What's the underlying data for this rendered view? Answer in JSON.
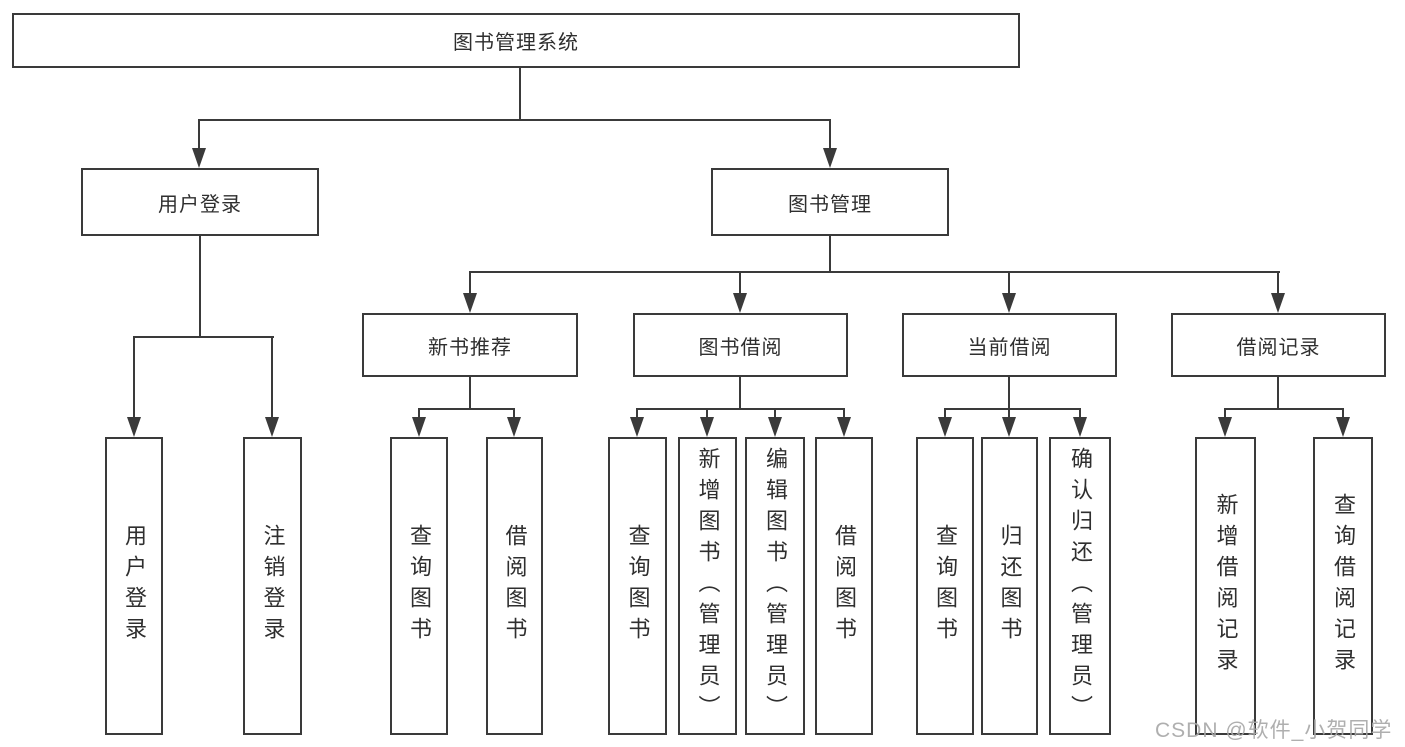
{
  "diagram": {
    "root": "图书管理系统",
    "level2": [
      "用户登录",
      "图书管理"
    ],
    "level3": [
      "新书推荐",
      "图书借阅",
      "当前借阅",
      "借阅记录"
    ],
    "leaves": [
      [
        "用户登录",
        "注销登录"
      ],
      [
        "查询图书",
        "借阅图书"
      ],
      [
        "查询图书",
        "新增图书（管理员）",
        "编辑图书（管理员）",
        "借阅图书"
      ],
      [
        "查询图书",
        "归还图书",
        "确认归还（管理员）"
      ],
      [
        "新增借阅记录",
        "查询借阅记录"
      ]
    ],
    "watermark": "CSDN @软件_小贺同学",
    "colors": {
      "line": "#3a3a3a",
      "text": "#2f2f2f",
      "watermark": "#a8a8a8",
      "background": "#ffffff"
    }
  }
}
